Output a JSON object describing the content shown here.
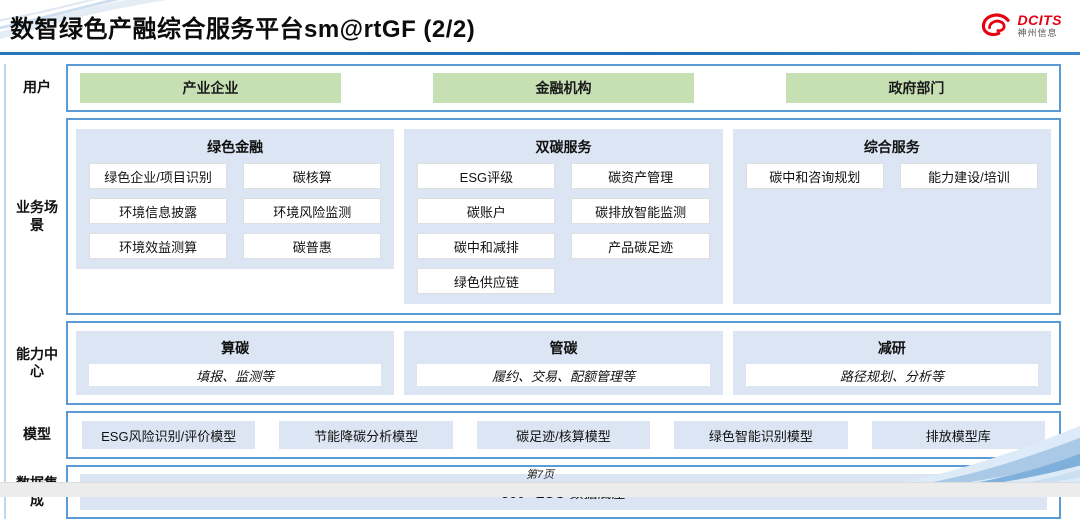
{
  "header": {
    "title": "数智绿色产融综合服务平台sm@rtGF (2/2)",
    "logo_text": "DCITS",
    "logo_subtext": "神州信息"
  },
  "colors": {
    "accent_blue": "#5b9bd5",
    "rule_blue": "#1f6db7",
    "panel_blue": "#dce5f3",
    "pill_green": "#c6e0b4",
    "logo_red": "#e60012"
  },
  "rows": {
    "users": {
      "label": "用户",
      "items": [
        "产业企业",
        "金融机构",
        "政府部门"
      ]
    },
    "scenarios": {
      "label": "业务场景",
      "columns": [
        {
          "title": "绿色金融",
          "items": [
            "绿色企业/项目识别",
            "碳核算",
            "环境信息披露",
            "环境风险监测",
            "环境效益测算",
            "碳普惠"
          ]
        },
        {
          "title": "双碳服务",
          "items": [
            "ESG评级",
            "碳资产管理",
            "碳账户",
            "碳排放智能监测",
            "碳中和减排",
            "产品碳足迹",
            "绿色供应链"
          ]
        },
        {
          "title": "综合服务",
          "items": [
            "碳中和咨询规划",
            "能力建设/培训"
          ]
        }
      ]
    },
    "capabilities": {
      "label": "能力中心",
      "items": [
        {
          "title": "算碳",
          "desc": "填报、监测等"
        },
        {
          "title": "管碳",
          "desc": "履约、交易、配额管理等"
        },
        {
          "title": "减研",
          "desc": "路径规划、分析等"
        }
      ]
    },
    "models": {
      "label": "模型",
      "items": [
        "ESG风险识别/评价模型",
        "节能降碳分析模型",
        "碳足迹/核算模型",
        "绿色智能识别模型",
        "排放模型库"
      ]
    },
    "data_integration": {
      "label": "数据集成",
      "items": [
        "360° ESG 数据底座"
      ]
    }
  },
  "footer": {
    "page_label": "第7页"
  }
}
